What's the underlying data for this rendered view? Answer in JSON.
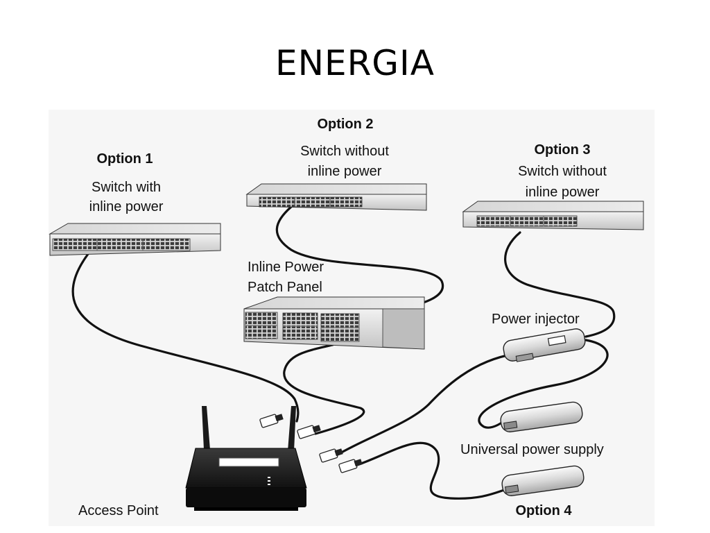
{
  "slide": {
    "title": "ENERGIA"
  },
  "diagram": {
    "option1": {
      "title": "Option 1",
      "line1": "Switch with",
      "line2": "inline power"
    },
    "option2": {
      "title": "Option 2",
      "line1": "Switch without",
      "line2": "inline power"
    },
    "option3": {
      "title": "Option 3",
      "line1": "Switch without",
      "line2": "inline power"
    },
    "patch_panel": {
      "line1": "Inline Power",
      "line2": "Patch Panel"
    },
    "power_injector": "Power injector",
    "universal_power_supply": "Universal power supply",
    "option4": "Option 4",
    "access_point": "Access Point"
  }
}
